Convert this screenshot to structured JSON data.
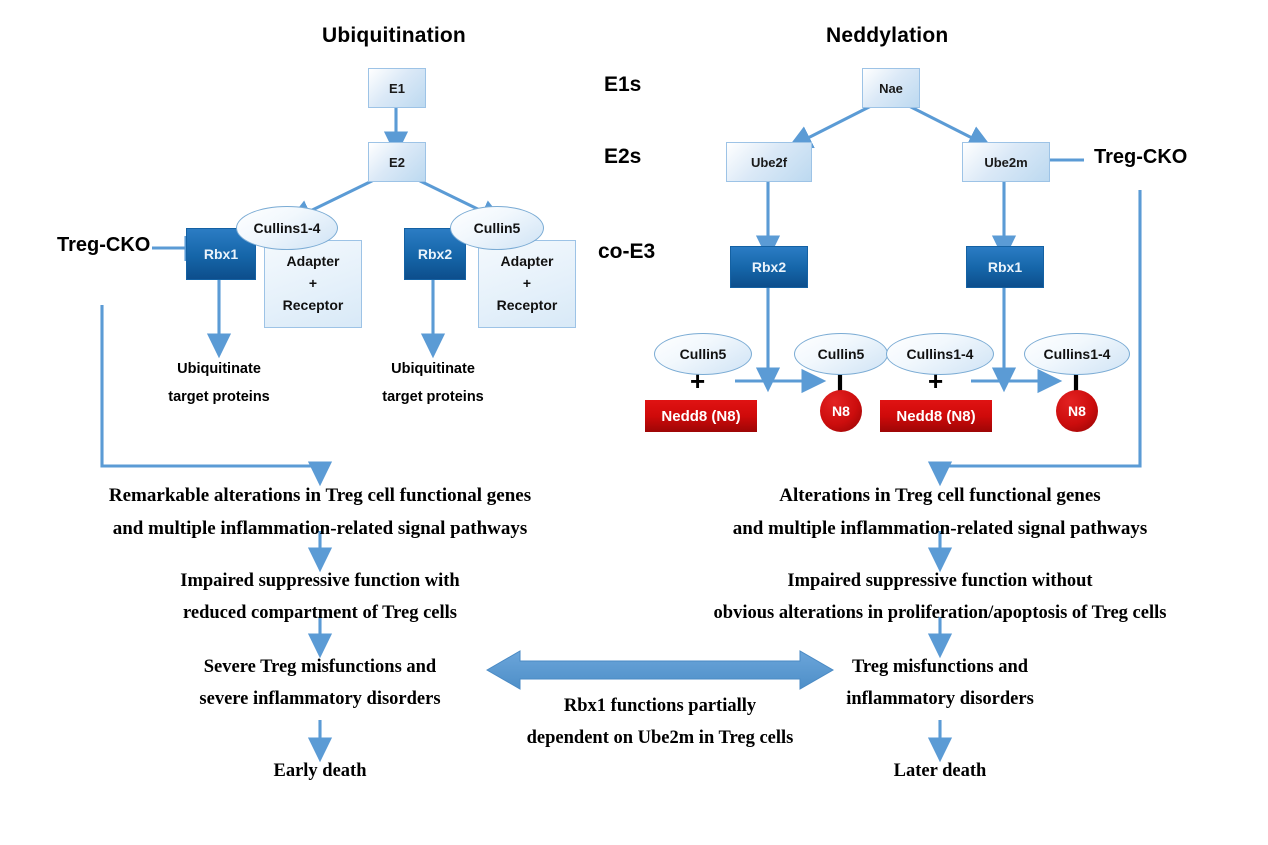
{
  "titles": {
    "left": "Ubiquitination",
    "right": "Neddylation"
  },
  "row_labels": {
    "e1s": "E1s",
    "e2s": "E2s",
    "coe3": "co-E3"
  },
  "knockouts": {
    "left": "Treg-CKO",
    "right": "Treg-CKO"
  },
  "ubiquitination": {
    "e1": "E1",
    "e2": "E2",
    "branch_left": {
      "rbx": "Rbx1",
      "cullin": "Cullins1-4",
      "adapter_line1": "Adapter",
      "adapter_plus": "+",
      "adapter_line2": "Receptor",
      "effect_line1": "Ubiquitinate",
      "effect_line2": "target proteins"
    },
    "branch_right": {
      "rbx": "Rbx2",
      "cullin": "Cullin5",
      "adapter_line1": "Adapter",
      "adapter_plus": "+",
      "adapter_line2": "Receptor",
      "effect_line1": "Ubiquitinate",
      "effect_line2": "target proteins"
    }
  },
  "neddylation": {
    "nae": "Nae",
    "branch_left": {
      "e2": "Ube2f",
      "rbx": "Rbx2",
      "substrate_cullin": "Cullin5",
      "plus": "+",
      "nedd8": "Nedd8 (N8)",
      "product_cullin": "Cullin5",
      "product_tag": "N8"
    },
    "branch_right": {
      "e2": "Ube2m",
      "rbx": "Rbx1",
      "substrate_cullin": "Cullins1-4",
      "plus": "+",
      "nedd8": "Nedd8 (N8)",
      "product_cullin": "Cullins1-4",
      "product_tag": "N8"
    }
  },
  "outcomes": {
    "left": {
      "step1_line1": "Remarkable alterations in Treg cell functional genes",
      "step1_line2": "and multiple inflammation-related signal pathways",
      "step2_line1": "Impaired suppressive function with",
      "step2_line2": "reduced compartment of Treg cells",
      "step3_line1": "Severe Treg misfunctions and",
      "step3_line2": "severe inflammatory disorders",
      "step4": "Early death"
    },
    "right": {
      "step1_line1": "Alterations in Treg cell functional genes",
      "step1_line2": "and multiple inflammation-related signal pathways",
      "step2_line1": "Impaired suppressive function without",
      "step2_line2": "obvious alterations in proliferation/apoptosis of Treg cells",
      "step3_line1": "Treg misfunctions and",
      "step3_line2": "inflammatory disorders",
      "step4": "Later death"
    }
  },
  "comparison": {
    "line1": "Rbx1 functions partially",
    "line2": "dependent on Ube2m in Treg cells"
  },
  "colors": {
    "arrow_blue": "#5b9bd5",
    "box_dark_blue": "#1565a8",
    "box_light_blue": "#bcd9f0",
    "nedd8_red": "#cf0a0a",
    "text_black": "#000000",
    "compare_arrow": "#5b9bd5"
  }
}
